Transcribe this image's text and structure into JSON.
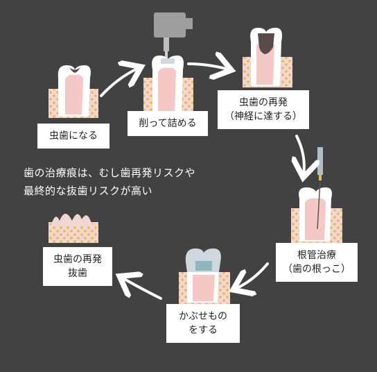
{
  "steps": [
    {
      "line1": "虫歯になる"
    },
    {
      "line1": "削って詰める"
    },
    {
      "line1": "虫歯の再発",
      "line2": "（神経に達する）"
    },
    {
      "line1": "根管治療",
      "line2": "（歯の根っこ）"
    },
    {
      "line1": "かぶせもの",
      "line2": "をする"
    },
    {
      "line1": "虫歯の再発",
      "line2": "抜歯"
    }
  ],
  "note": {
    "line1": "歯の治療痕は、むし歯再発リスクや",
    "line2": "最終的な抜歯リスクが高い"
  },
  "colors": {
    "background": "#424242",
    "gum": "#f2d6d2",
    "gum_dots": "#e8b84a",
    "tooth": "#ffffff",
    "pulp": "#f4c8c4",
    "decay": "#5a4a48",
    "filling": "#cfd8dc",
    "drill": "#9e9e9e"
  }
}
